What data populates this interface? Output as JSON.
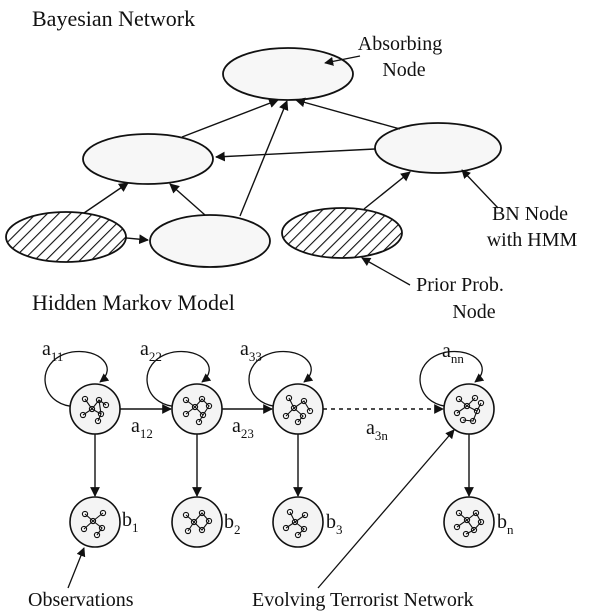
{
  "bn": {
    "title": "Bayesian Network",
    "absorbing_line1": "Absorbing",
    "absorbing_line2": "Node",
    "bnnode_line1": "BN Node",
    "bnnode_line2": "with HMM",
    "prior_line1": "Prior Prob.",
    "prior_line2": "Node"
  },
  "hmm": {
    "title": "Hidden Markov Model",
    "self_loops": [
      {
        "base": "a",
        "sub": "11"
      },
      {
        "base": "a",
        "sub": "22"
      },
      {
        "base": "a",
        "sub": "33"
      },
      {
        "base": "a",
        "sub": "nn"
      }
    ],
    "transitions": [
      {
        "base": "a",
        "sub": "12"
      },
      {
        "base": "a",
        "sub": "23"
      },
      {
        "base": "a",
        "sub": "3n"
      }
    ],
    "emissions": [
      {
        "base": "b",
        "sub": "1"
      },
      {
        "base": "b",
        "sub": "2"
      },
      {
        "base": "b",
        "sub": "3"
      },
      {
        "base": "b",
        "sub": "n"
      }
    ],
    "observations_label": "Observations",
    "evolving_label": "Evolving Terrorist Network"
  }
}
